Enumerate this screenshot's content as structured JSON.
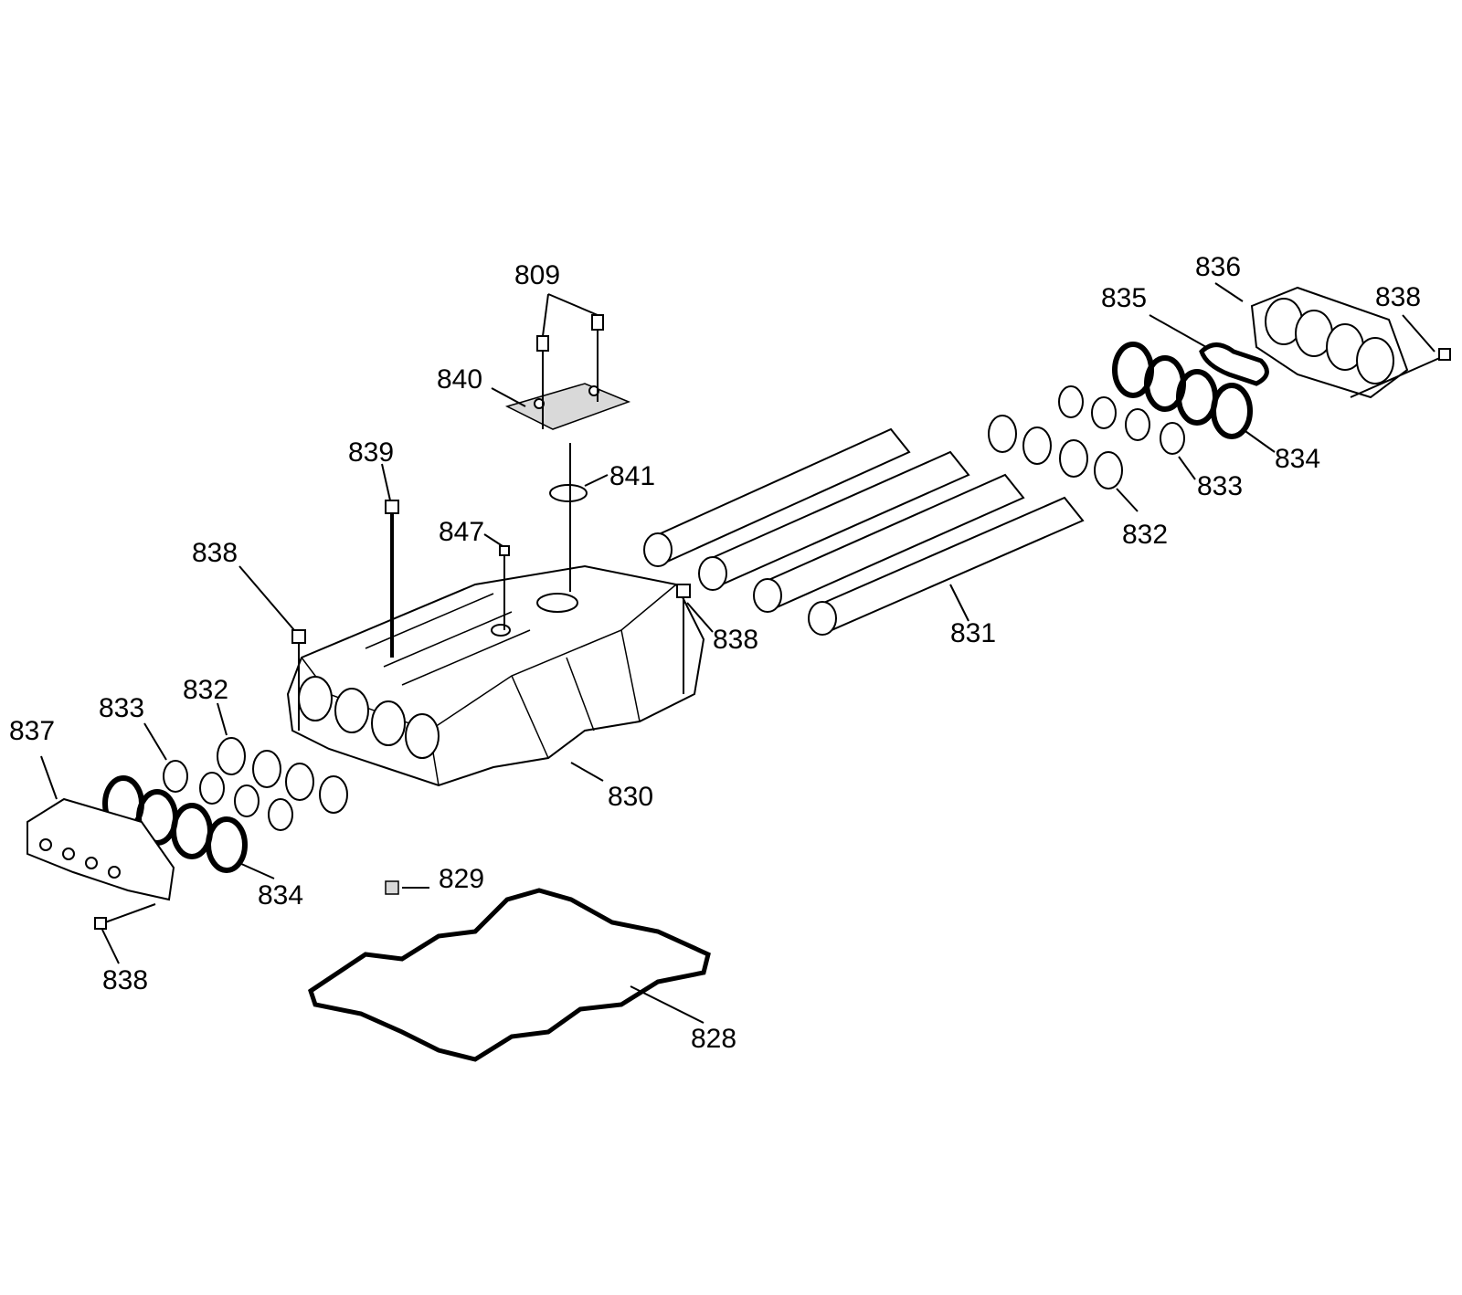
{
  "diagram": {
    "type": "exploded-parts-view",
    "callouts": [
      {
        "id": "c809",
        "label": "809"
      },
      {
        "id": "c840",
        "label": "840"
      },
      {
        "id": "c841",
        "label": "841"
      },
      {
        "id": "c839",
        "label": "839"
      },
      {
        "id": "c847",
        "label": "847"
      },
      {
        "id": "c838a",
        "label": "838"
      },
      {
        "id": "c838b",
        "label": "838"
      },
      {
        "id": "c838c",
        "label": "838"
      },
      {
        "id": "c838d",
        "label": "838"
      },
      {
        "id": "c836",
        "label": "836"
      },
      {
        "id": "c835",
        "label": "835"
      },
      {
        "id": "c834a",
        "label": "834"
      },
      {
        "id": "c834b",
        "label": "834"
      },
      {
        "id": "c833a",
        "label": "833"
      },
      {
        "id": "c833b",
        "label": "833"
      },
      {
        "id": "c832a",
        "label": "832"
      },
      {
        "id": "c832b",
        "label": "832"
      },
      {
        "id": "c831",
        "label": "831"
      },
      {
        "id": "c830",
        "label": "830"
      },
      {
        "id": "c837",
        "label": "837"
      },
      {
        "id": "c829",
        "label": "829"
      },
      {
        "id": "c828",
        "label": "828"
      }
    ]
  }
}
